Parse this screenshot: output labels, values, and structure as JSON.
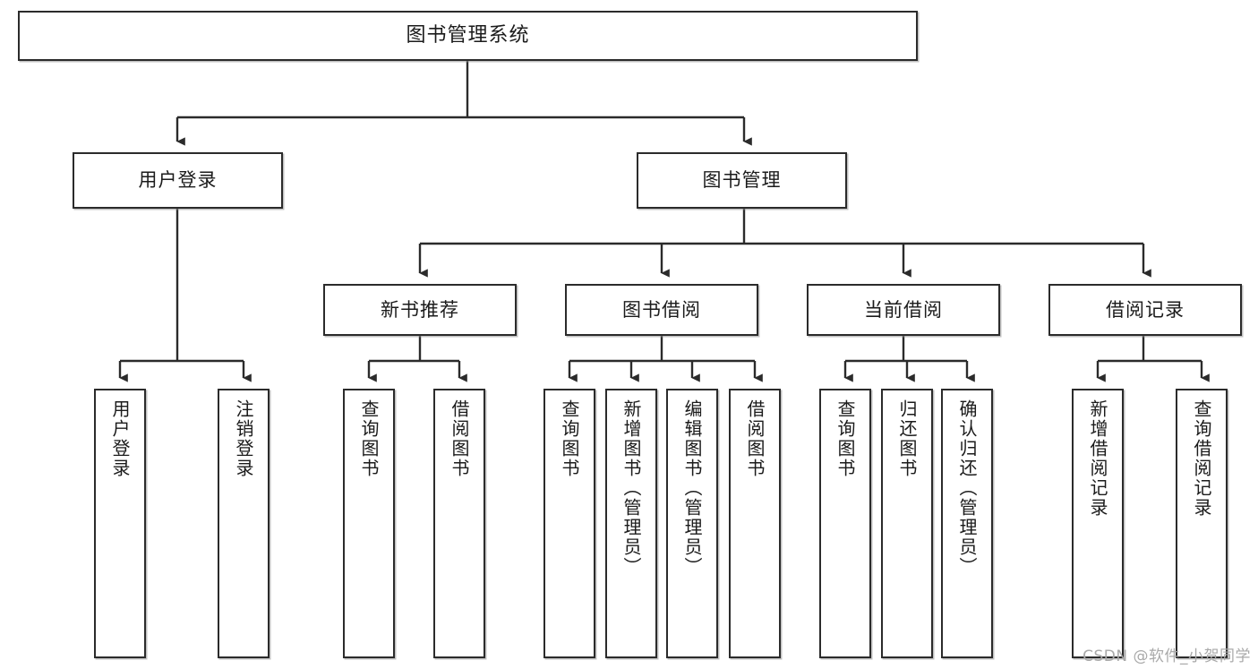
{
  "diagram": {
    "title": "图书管理系统",
    "watermark": "CSDN @软件_小贺同学",
    "line_color": "#2b2b2b",
    "box_fill": "#ffffff",
    "text_color": "#1b1b1b",
    "watermark_color": "#a9a9a9"
  },
  "nodes": {
    "root": {
      "label": "图书管理系统"
    },
    "level2": [
      {
        "label": "用户登录"
      },
      {
        "label": "图书管理"
      }
    ],
    "level3": [
      {
        "label": "新书推荐"
      },
      {
        "label": "图书借阅"
      },
      {
        "label": "当前借阅"
      },
      {
        "label": "借阅记录"
      }
    ],
    "leaves": {
      "user_login": [
        {
          "label": "用户登录"
        },
        {
          "label": "注销登录"
        }
      ],
      "new_book_recommend": [
        {
          "label": "查询图书"
        },
        {
          "label": "借阅图书"
        }
      ],
      "book_borrow": [
        {
          "label": "查询图书"
        },
        {
          "label": "新增图书（管理员）"
        },
        {
          "label": "编辑图书（管理员）"
        },
        {
          "label": "借阅图书"
        }
      ],
      "current_borrow": [
        {
          "label": "查询图书"
        },
        {
          "label": "归还图书"
        },
        {
          "label": "确认归还（管理员）"
        }
      ],
      "borrow_record": [
        {
          "label": "新增借阅记录"
        },
        {
          "label": "查询借阅记录"
        }
      ]
    }
  }
}
